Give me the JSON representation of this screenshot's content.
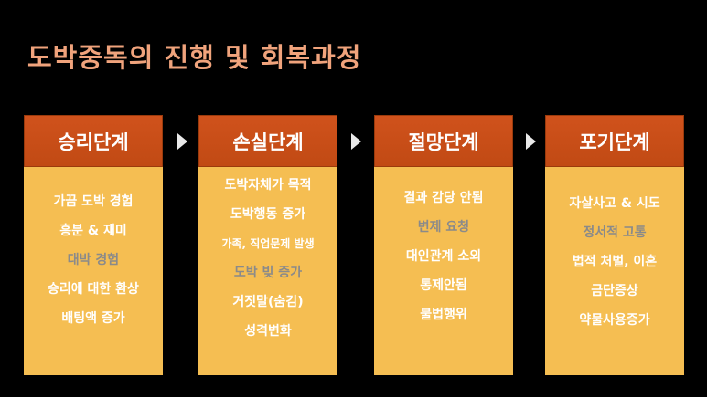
{
  "title": "도박중독의 진행 및 회복과정",
  "stages": [
    {
      "heading": "승리단계",
      "items": [
        {
          "text": "가끔 도박 경험"
        },
        {
          "text": "흥분 & 재미"
        },
        {
          "text": "대박 경험"
        },
        {
          "text": "승리에 대한 환상"
        },
        {
          "text": "배팅액 증가"
        }
      ]
    },
    {
      "heading": "손실단계",
      "items": [
        {
          "text": "도박자체가 목적"
        },
        {
          "text": "도박행동 증가"
        },
        {
          "text": "가족, 직업문제 발생"
        },
        {
          "text": "도박 빚 증가"
        },
        {
          "text": "거짓말(숨김)"
        },
        {
          "text": "성격변화"
        }
      ]
    },
    {
      "heading": "절망단계",
      "items": [
        {
          "text": "결과 감당 안됨"
        },
        {
          "text": "변제 요청"
        },
        {
          "text": "대인관계 소외"
        },
        {
          "text": "통제안됨"
        },
        {
          "text": "불법행위"
        }
      ]
    },
    {
      "heading": "포기단계",
      "items": [
        {
          "text": "자살사고 & 시도"
        },
        {
          "text": "정서적 고통"
        },
        {
          "text": "법적 처벌, 이혼"
        },
        {
          "text": "금단증상"
        },
        {
          "text": "약물사용증가"
        }
      ]
    }
  ],
  "colors": {
    "title": "#f0a37c",
    "stage_header": "#c9501a",
    "stage_body": "#f5be52",
    "item_text": "#ffffff",
    "item_muted": "#8a8a8a",
    "arrow": "#e9e9e9"
  },
  "icons": [
    "arrow-right-icon"
  ]
}
